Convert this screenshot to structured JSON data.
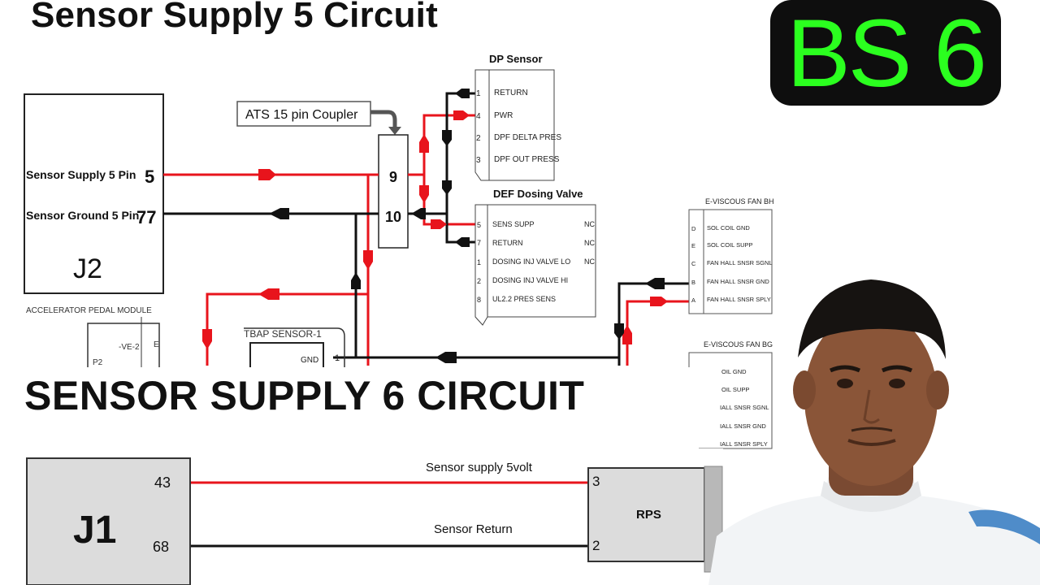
{
  "titles": {
    "circuit5": "Sensor Supply 5 Circuit",
    "bs": "BS 6",
    "circuit6": "SENSOR SUPPLY 6 CIRCUIT"
  },
  "j2": {
    "label": "J2",
    "pin5_label": "Sensor Supply 5 Pin",
    "pin5": "5",
    "pin77_label": "Sensor Ground 5 Pin",
    "pin77": "77"
  },
  "coupler": {
    "label": "ATS 15 pin Coupler",
    "pin_top": "9",
    "pin_bottom": "10"
  },
  "dp_sensor": {
    "title": "DP Sensor",
    "pins": [
      {
        "num": "1",
        "name": "RETURN"
      },
      {
        "num": "4",
        "name": "PWR"
      },
      {
        "num": "2",
        "name": "DPF DELTA PRES"
      },
      {
        "num": "3",
        "name": "DPF OUT PRESS"
      }
    ]
  },
  "def_valve": {
    "title": "DEF Dosing Valve",
    "pins": [
      {
        "num": "5",
        "name": "SENS SUPP",
        "nc": "NC"
      },
      {
        "num": "7",
        "name": "RETURN",
        "nc": "NC"
      },
      {
        "num": "1",
        "name": "DOSING INJ VALVE LO",
        "nc": "NC"
      },
      {
        "num": "2",
        "name": "DOSING INJ VALVE HI",
        "nc": ""
      },
      {
        "num": "8",
        "name": "UL2.2 PRES SENS",
        "nc": ""
      }
    ]
  },
  "fan_bh": {
    "title": "E-VISCOUS FAN BH",
    "pins": [
      {
        "num": "D",
        "name": "SOL COIL GND"
      },
      {
        "num": "E",
        "name": "SOL COIL SUPP"
      },
      {
        "num": "C",
        "name": "FAN HALL SNSR SGNL"
      },
      {
        "num": "B",
        "name": "FAN HALL SNSR GND"
      },
      {
        "num": "A",
        "name": "FAN HALL SNSR SPLY"
      }
    ]
  },
  "fan_bg": {
    "title": "E-VISCOUS FAN BG",
    "pins": [
      "OIL GND",
      "OIL SUPP",
      "IALL SNSR SGNL",
      "IALL SNSR GND",
      "IALL SNSR SPLY"
    ]
  },
  "accel": {
    "title": "ACCELERATOR PEDAL MODULE",
    "label": "-VE-2",
    "sub": "P2",
    "pin": "E"
  },
  "tbap": {
    "title": "TBAP SENSOR-1",
    "pin_label": "GND",
    "pin": "1"
  },
  "j1": {
    "label": "J1",
    "pin43": "43",
    "pin68": "68",
    "supply_label": "Sensor supply 5volt",
    "return_label": "Sensor Return"
  },
  "rps": {
    "label": "RPS",
    "pin3": "3",
    "pin2": "2"
  },
  "colors": {
    "supply": "#e8141c",
    "ground": "#111111",
    "bs_text": "#2bff1f",
    "bs_bg": "#0e0e0e",
    "block_fill": "#dcdcdc"
  }
}
